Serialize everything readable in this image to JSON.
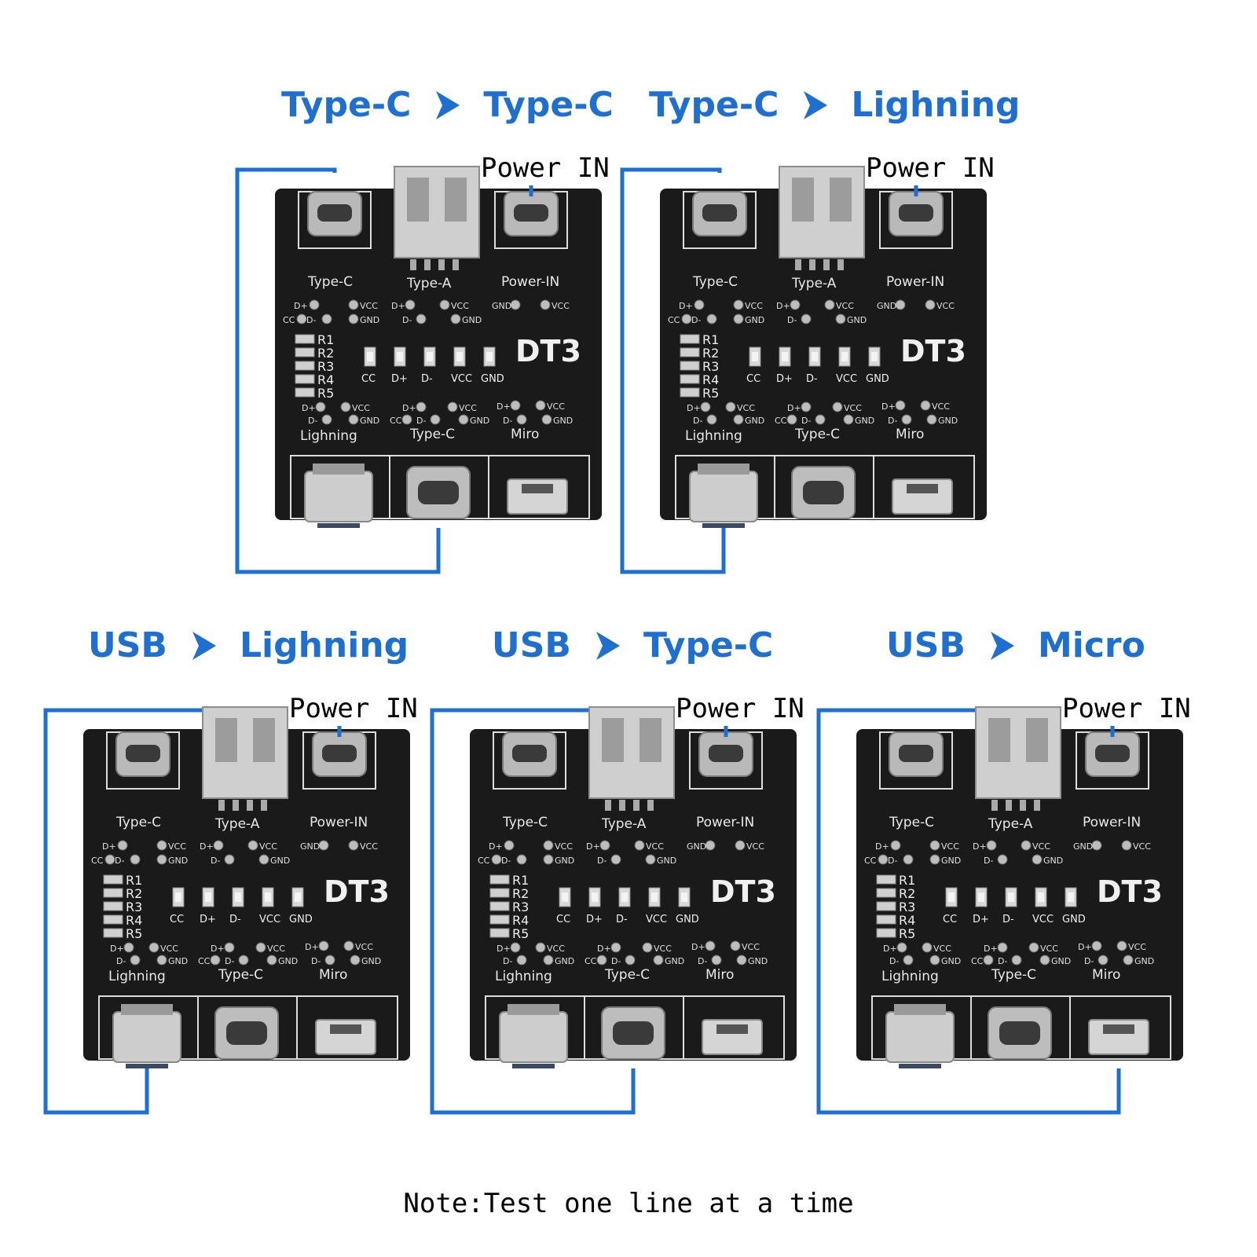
{
  "accent_color": "#1f6fd0",
  "board_color": "#1a1a1a",
  "panels": [
    {
      "from": "Type-C",
      "to": "Type-C",
      "power_label": "Power IN",
      "output_port": "type-c-bottom"
    },
    {
      "from": "Type-C",
      "to": "Lighning",
      "power_label": "Power IN",
      "output_port": "lightning-bottom"
    },
    {
      "from": "USB",
      "to": "Lighning",
      "power_label": "Power IN",
      "output_port": "lightning-bottom"
    },
    {
      "from": "USB",
      "to": "Type-C",
      "power_label": "Power IN",
      "output_port": "type-c-bottom"
    },
    {
      "from": "USB",
      "to": "Micro",
      "power_label": "Power IN",
      "output_port": "micro-bottom"
    }
  ],
  "board": {
    "title": "DT3",
    "top_labels": [
      "Type-C",
      "Type-A",
      "Power-IN"
    ],
    "bottom_labels": [
      "Lighning",
      "Type-C",
      "Miro"
    ],
    "leds": [
      "CC",
      "D+",
      "D-",
      "VCC",
      "GND"
    ],
    "resistors": [
      "R1",
      "R2",
      "R3",
      "R4",
      "R5"
    ],
    "pins": {
      "dplus": "D+",
      "dminus": "D-",
      "vcc": "VCC",
      "gnd": "GND",
      "cc": "CC"
    }
  },
  "note": "Note:Test one line at a time",
  "icons": {
    "arrow": "chevron-right-icon"
  }
}
